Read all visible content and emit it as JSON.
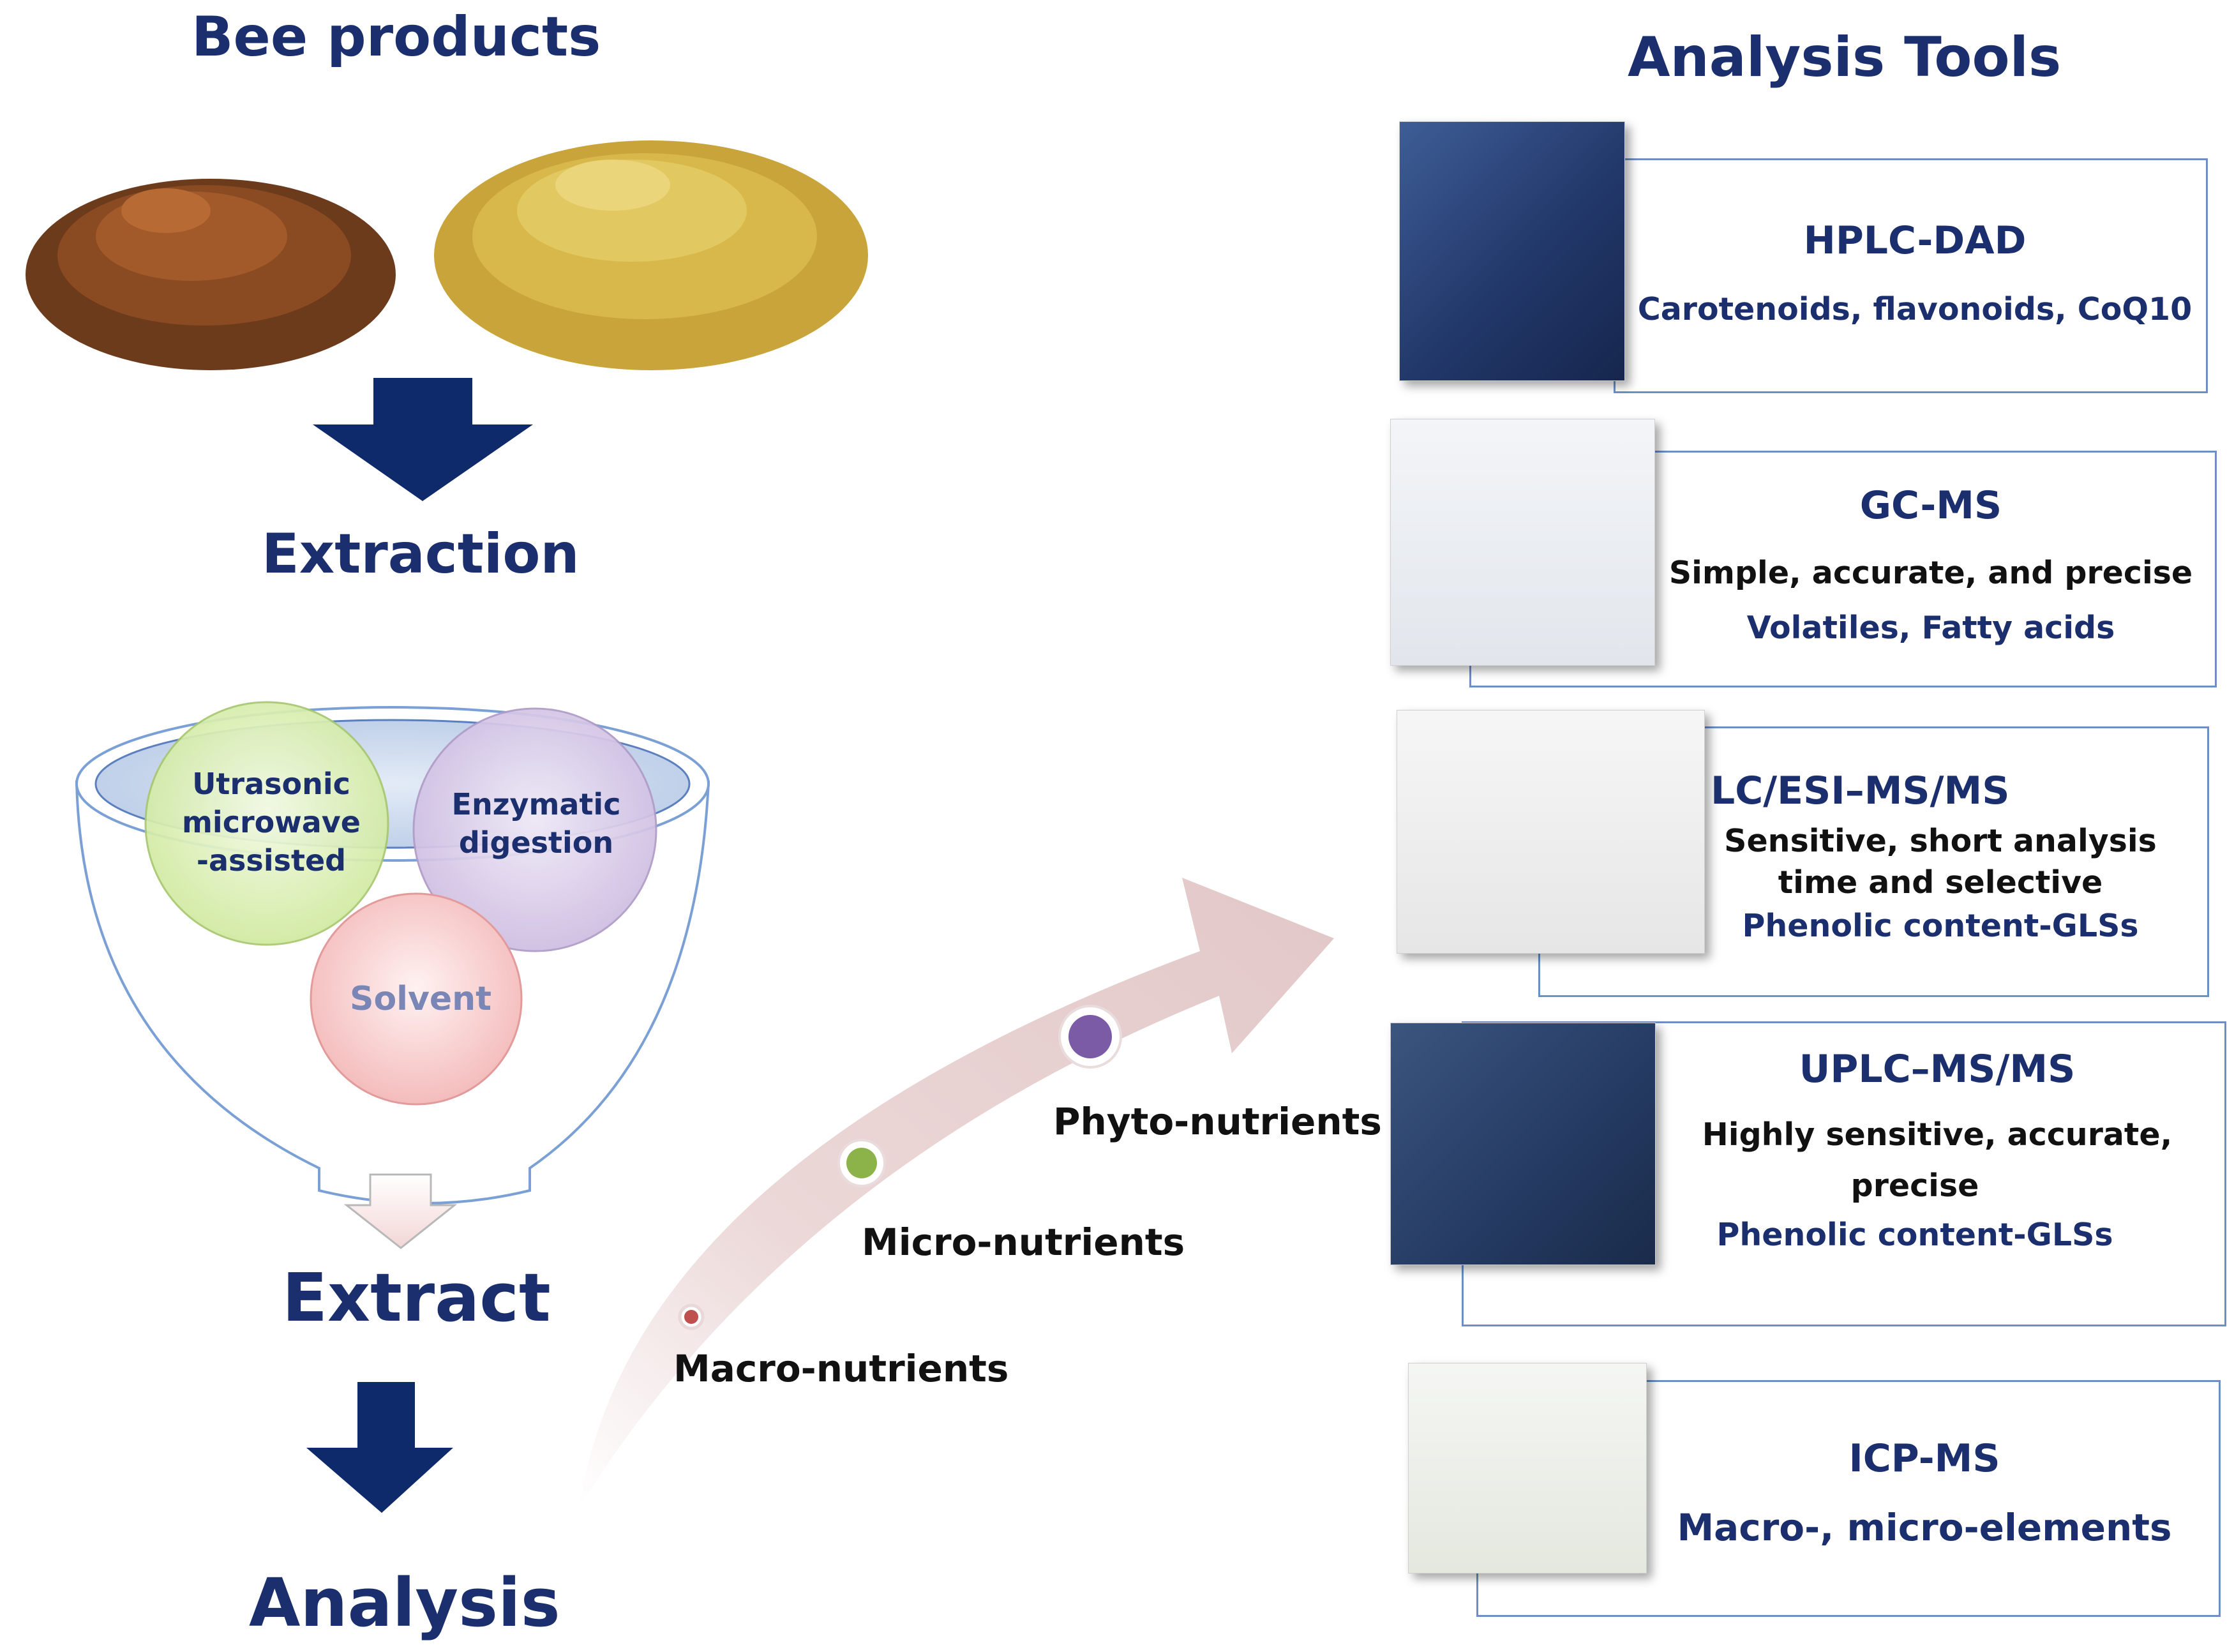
{
  "left": {
    "bee_products_title": "Bee products",
    "extraction_label": "Extraction",
    "extract_label": "Extract",
    "analysis_label": "Analysis",
    "methods": {
      "ultrasonic": "Utrasonic microwave -assisted",
      "enzymatic": "Enzymatic digestion",
      "solvent": "Solvent"
    }
  },
  "nutrients": {
    "macro": "Macro-nutrients",
    "micro": "Micro-nutrients",
    "phyto": "Phyto-nutrients"
  },
  "analysis_tools": {
    "title": "Analysis Tools",
    "tools": [
      {
        "name": "HPLC-DAD",
        "desc_lines": [],
        "target": "Carotenoids, flavonoids, CoQ10"
      },
      {
        "name": "GC-MS",
        "desc_lines": [
          "Simple, accurate, and precise"
        ],
        "target": "Volatiles, Fatty acids"
      },
      {
        "name": "LC/ESI–MS/MS",
        "desc_lines": [
          "Sensitive, short analysis",
          "time and selective"
        ],
        "target": "Phenolic content-GLSs"
      },
      {
        "name": "UPLC–MS/MS",
        "desc_lines": [
          "Highly sensitive, accurate,",
          "precise"
        ],
        "target": "Phenolic content-GLSs"
      },
      {
        "name": "ICP-MS",
        "desc_lines": [],
        "target": "Macro-, micro-elements"
      }
    ]
  },
  "colors": {
    "navy": "#1b2f6e",
    "box_border": "#6f8fc4",
    "arrow_pink": "#e8cfd0",
    "funnel_top": "#c9d8ee",
    "circle_green": "#d9f0a8",
    "circle_purple": "#d8cbe8",
    "circle_pink": "#f7c6c6",
    "dot_red": "#c0504d",
    "dot_green": "#8cb34a",
    "dot_purple": "#7b5aa6"
  }
}
